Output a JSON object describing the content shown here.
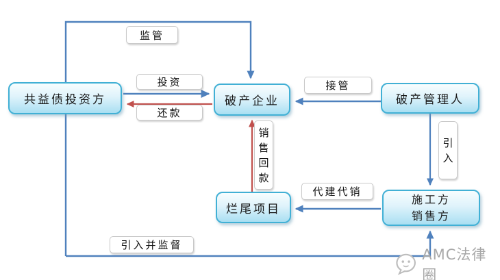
{
  "diagram": {
    "nodes": {
      "investor": {
        "label": "共益债投资方"
      },
      "bankrupt": {
        "label": "破产企业"
      },
      "admin": {
        "label": "破产管理人"
      },
      "project": {
        "label": "烂尾项目"
      },
      "contractor": {
        "label_line1": "施工方",
        "label_line2": "销售方"
      }
    },
    "edges": {
      "supervise": {
        "label": "监管",
        "from": "共益债投资方",
        "to": "破产企业",
        "color": "#4f81bd"
      },
      "invest": {
        "label": "投资",
        "from": "共益债投资方",
        "to": "破产企业",
        "color": "#4f81bd"
      },
      "repay": {
        "label": "还款",
        "from": "破产企业",
        "to": "共益债投资方",
        "color": "#c0504d"
      },
      "takeover": {
        "label": "接管",
        "from": "破产管理人",
        "to": "破产企业",
        "color": "#4f81bd"
      },
      "introduce": {
        "label": "引入",
        "from": "破产管理人",
        "to": "施工方销售方",
        "color": "#4f81bd"
      },
      "sales_proceeds": {
        "label": "销售回款",
        "from": "烂尾项目",
        "to": "破产企业",
        "color": "#c0504d"
      },
      "agent_build_sell": {
        "label": "代建代销",
        "from": "施工方销售方",
        "to": "烂尾项目",
        "color": "#4f81bd"
      },
      "introduce_supervise": {
        "label": "引入并监督",
        "from": "共益债投资方",
        "to": "施工方销售方",
        "color": "#4f81bd"
      }
    },
    "watermark": {
      "text": "AMC法律圈"
    },
    "colors": {
      "blue": "#4f81bd",
      "red": "#c0504d",
      "node_border": "#41b0d5",
      "watermark": "#a8a8a8"
    }
  }
}
